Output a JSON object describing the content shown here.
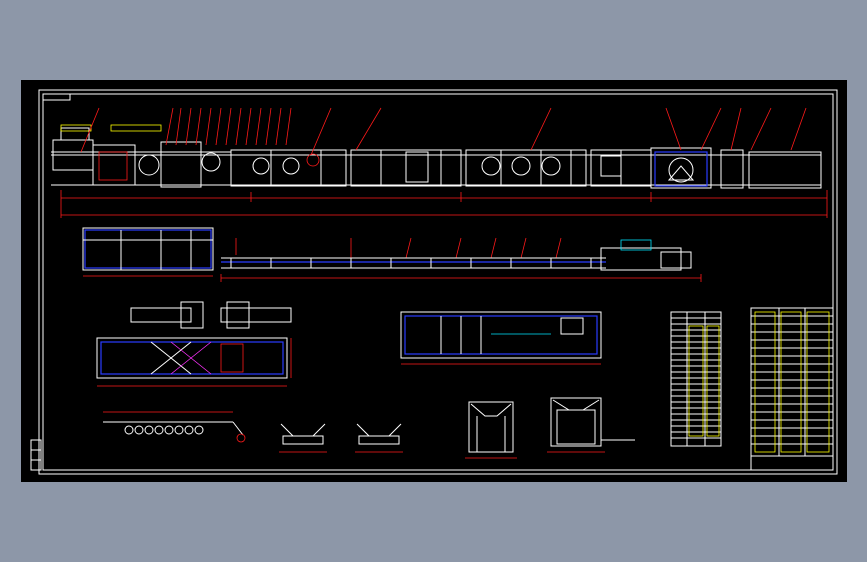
{
  "window": {
    "background": "#8d97a8",
    "canvas_background": "#000000"
  },
  "layers": {
    "frame": "#ffffff",
    "dimensions": "#ff1a1a",
    "text": "#ffff00",
    "structure": "#2a3cff",
    "equipment": "#00e5ff",
    "callouts": "#ff1a1a"
  },
  "drawing": {
    "icon": "cad-drawing-canvas",
    "views": [
      "main-elevation",
      "belt-line",
      "plan-view",
      "side-view",
      "idler-row",
      "cross-section-1",
      "cross-section-2",
      "drive-section-1",
      "drive-section-2",
      "parts-list",
      "title-block"
    ],
    "callout_count": 29,
    "parts_rows": 22,
    "title_rows": 20
  }
}
